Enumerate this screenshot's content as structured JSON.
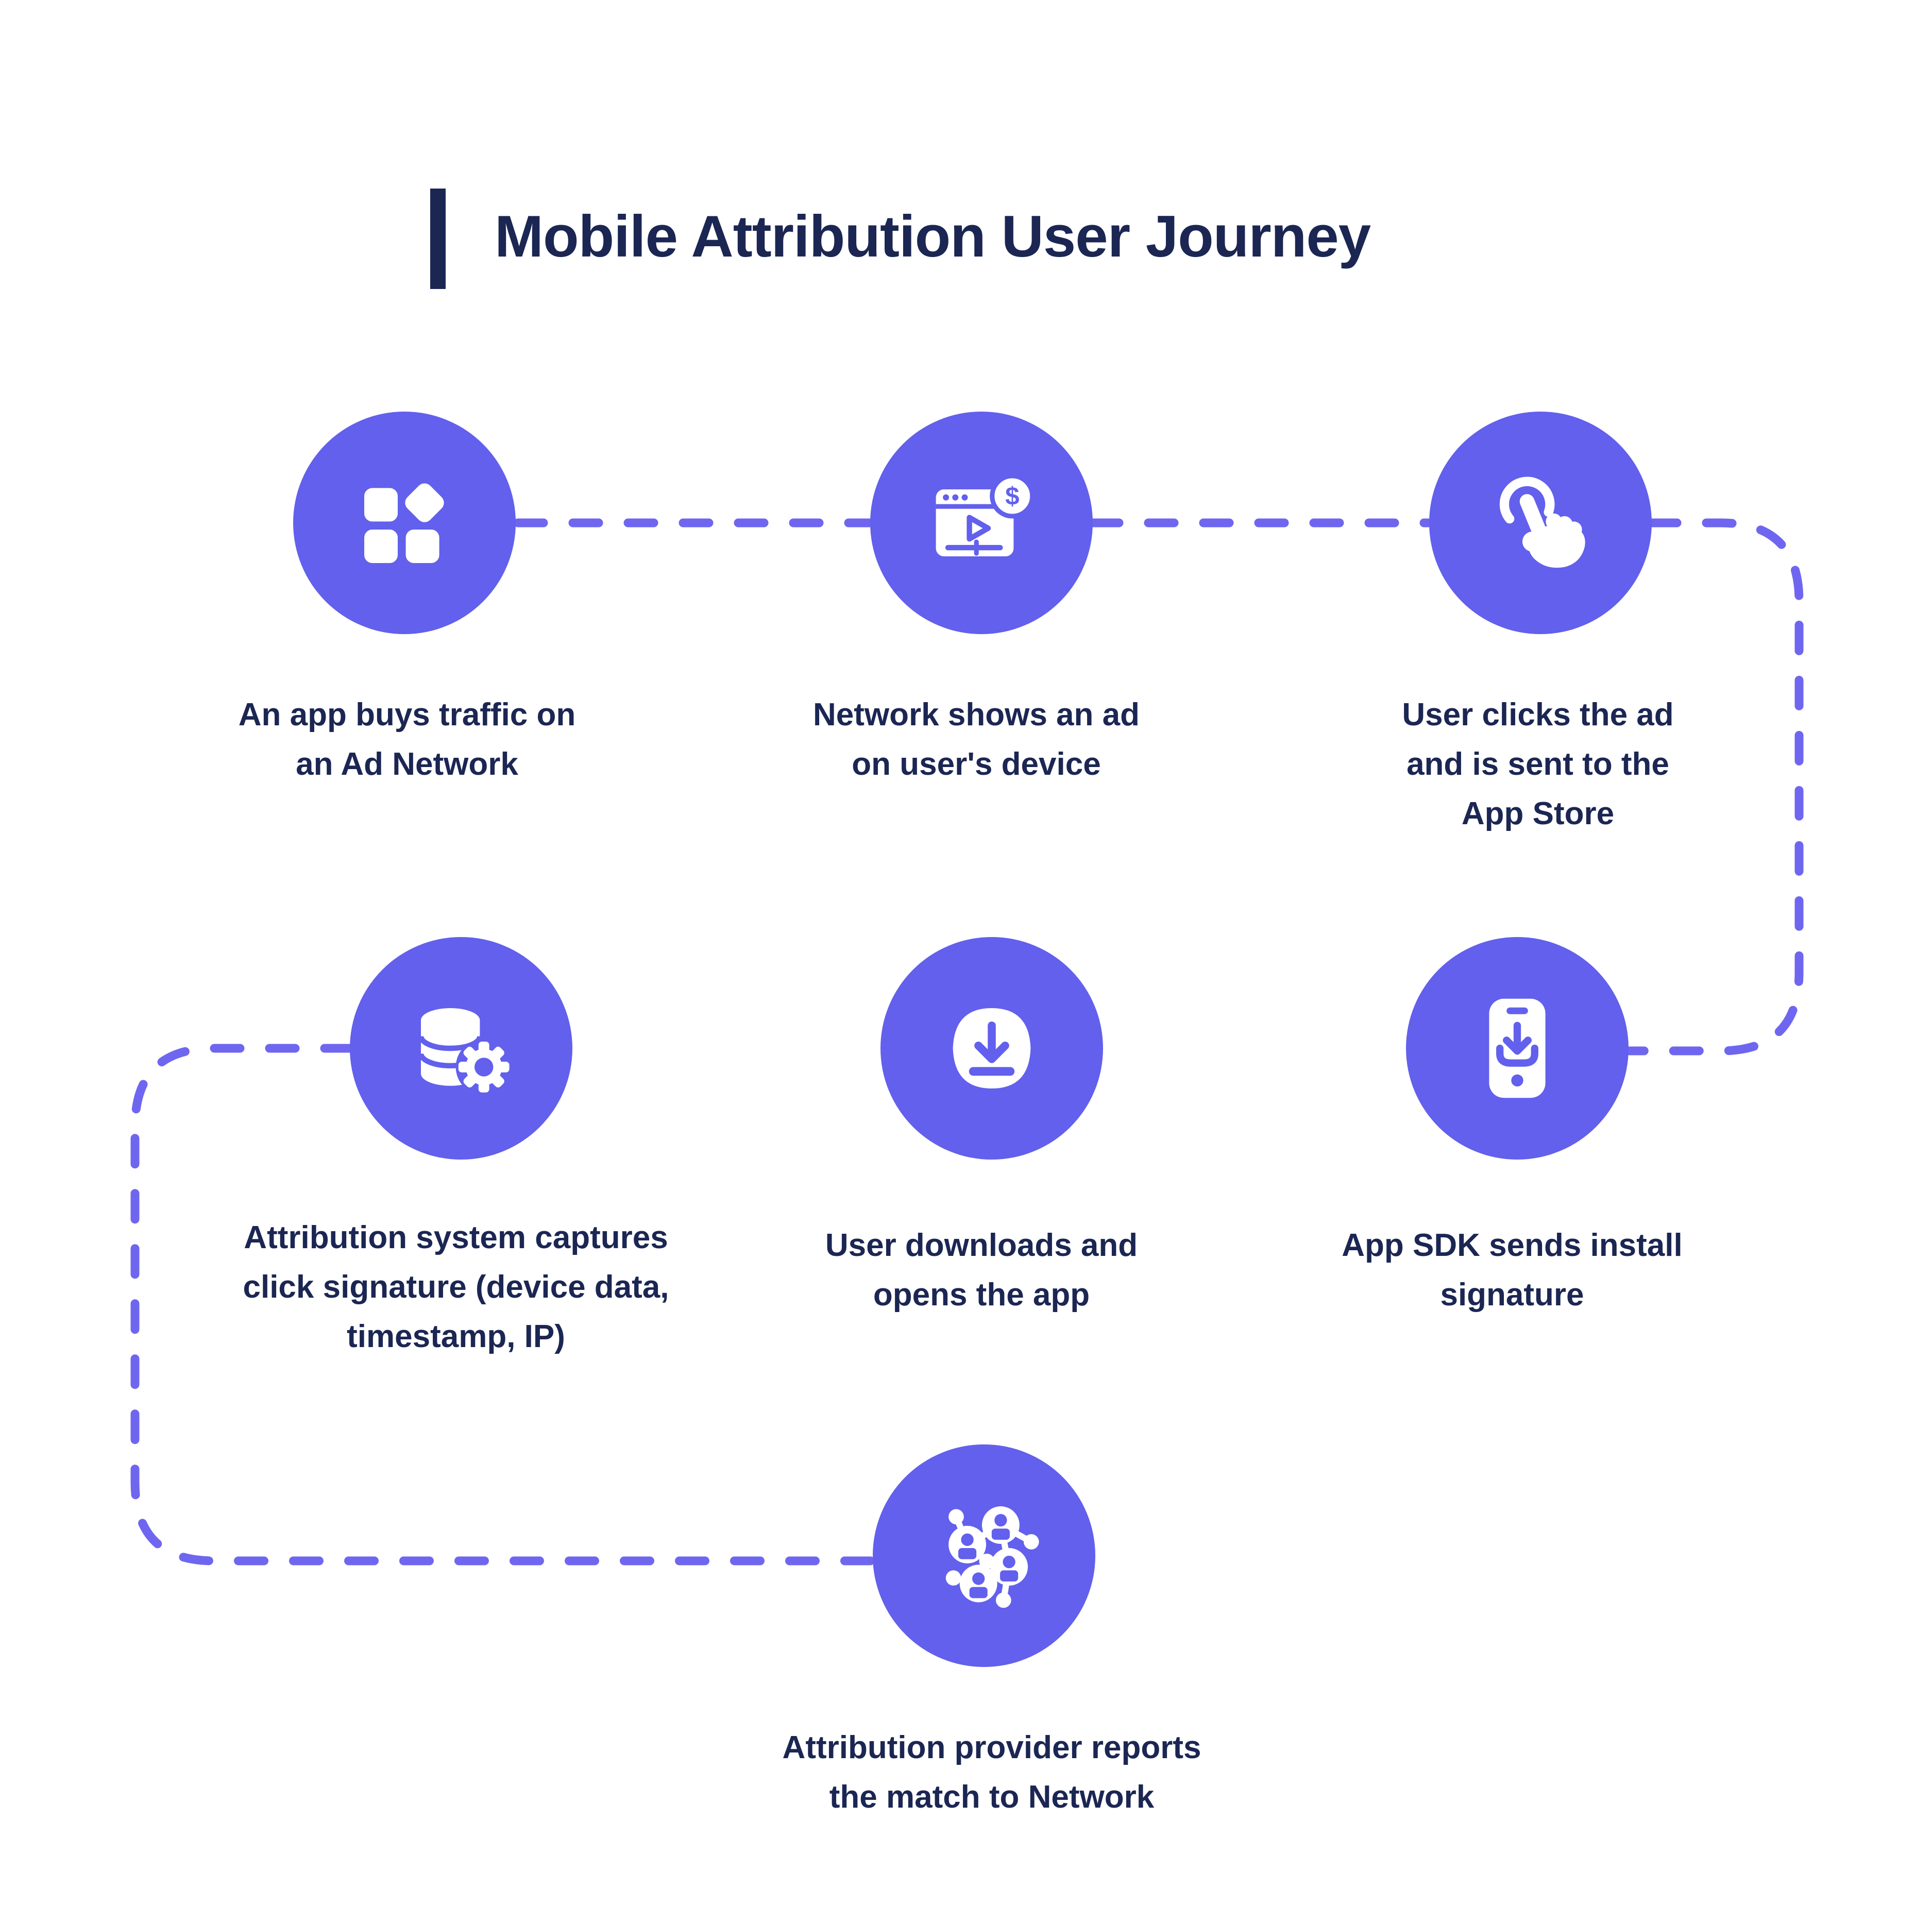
{
  "title": "Mobile Attribution User Journey",
  "theme": {
    "accent": "#6260EC",
    "dash": "#6F66F0",
    "navy": "#1B2653",
    "background": "#FFFFFF",
    "icon_fg": "#FFFFFF"
  },
  "diagram": {
    "type": "flow",
    "flow_order": [
      "1",
      "2",
      "3",
      "6",
      "5",
      "4",
      "7"
    ],
    "connections": [
      "1-2",
      "2-3",
      "3-6",
      "6-5",
      "5-4",
      "4-7"
    ],
    "connector_style": "dashed"
  },
  "steps": [
    {
      "id": "1",
      "icon": "app-grid-icon",
      "lines": [
        "An app buys traffic on",
        "an Ad Network"
      ]
    },
    {
      "id": "2",
      "icon": "ad-video-icon",
      "lines": [
        "Network shows an ad",
        "on user's device"
      ]
    },
    {
      "id": "3",
      "icon": "tap-icon",
      "lines": [
        "User clicks the ad",
        "and is sent to the",
        "App Store"
      ]
    },
    {
      "id": "4",
      "icon": "database-gear-icon",
      "lines": [
        "Attribution system captures",
        "click signature (device data,",
        "timestamp, IP)"
      ]
    },
    {
      "id": "5",
      "icon": "download-icon",
      "lines": [
        "User downloads and",
        "opens the app"
      ]
    },
    {
      "id": "6",
      "icon": "phone-install-icon",
      "lines": [
        "App SDK sends install",
        "signature"
      ]
    },
    {
      "id": "7",
      "icon": "network-icon",
      "lines": [
        "Attribution provider reports",
        "the match to Network"
      ]
    }
  ]
}
